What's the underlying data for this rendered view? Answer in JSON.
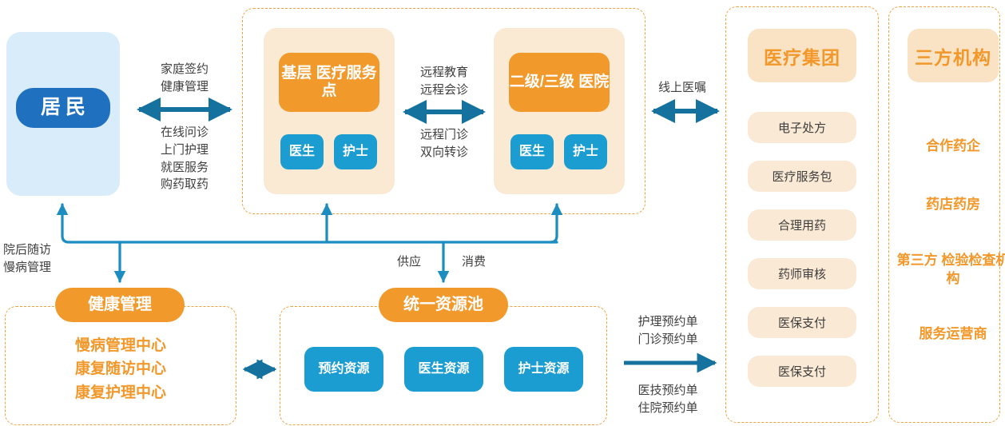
{
  "colors": {
    "blue_deep": "#2070c0",
    "blue": "#1b9dd2",
    "orange": "#f2982b",
    "beige_card": "#fbead3",
    "beige_head": "#fae3c5",
    "beige_item": "#fae9d4",
    "resident_bg": "#d9ecfa",
    "connector": "#1b8dc0",
    "panel_border": "#f0a03c",
    "text": "#3f3f3f"
  },
  "residents": {
    "label": "居民"
  },
  "care_group": {
    "primary": {
      "title": "基层\n医疗服务点",
      "roles": [
        "医生",
        "护士"
      ]
    },
    "hospital": {
      "title": "二级/三级\n医院",
      "roles": [
        "医生",
        "护士"
      ]
    }
  },
  "health_mgmt": {
    "title": "健康管理",
    "items": "慢病管理中心\n康复随访中心\n康复护理中心"
  },
  "resource_pool": {
    "title": "统一资源池",
    "items": [
      "预约资源",
      "医生资源",
      "护士资源"
    ]
  },
  "medical_group": {
    "title": "医疗集团",
    "items": [
      "电子处方",
      "医疗服务包",
      "合理用药",
      "药师审核",
      "医保支付",
      "医保支付"
    ]
  },
  "third_party": {
    "title": "三方机构",
    "items": [
      "合作药企",
      "药店药房",
      "第三方\n检验检查机构",
      "服务运营商"
    ]
  },
  "arrow_labels": {
    "resident_top": "家庭签约\n健康管理",
    "resident_bottom": "在线问诊\n上门护理\n就医服务\n购药取药",
    "telemed_top": "远程教育\n远程会诊",
    "telemed_bottom": "远程门诊\n双向转诊",
    "online_order": "线上医嘱",
    "post_discharge": "院后随访\n慢病管理",
    "supply": "供应",
    "consume": "消费",
    "booking_top": "护理预约单\n门诊预约单",
    "booking_bottom": "医技预约单\n住院预约单"
  }
}
